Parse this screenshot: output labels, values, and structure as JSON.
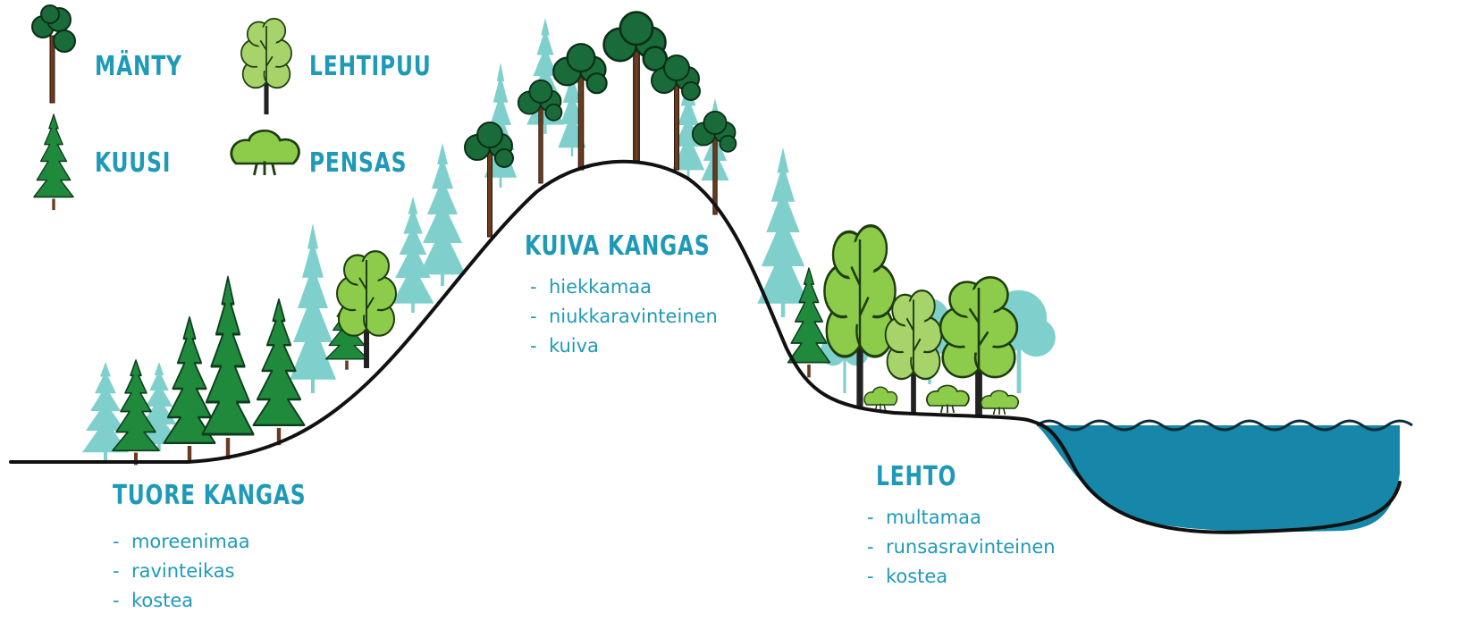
{
  "legend": {
    "manty": "MÄNTY",
    "lehtipuu": "LEHTIPUU",
    "kuusi": "KUUSI",
    "pensas": "PENSAS"
  },
  "zones": {
    "tuore": {
      "title": "TUORE KANGAS",
      "items": [
        "moreenimaa",
        "ravinteikas",
        "kostea"
      ]
    },
    "kuiva": {
      "title": "KUIVA KANGAS",
      "items": [
        "hiekkamaa",
        "niukkaravinteinen",
        "kuiva"
      ]
    },
    "lehto": {
      "title": "LEHTO",
      "items": [
        "multamaa",
        "runsasravinteinen",
        "kostea"
      ]
    }
  },
  "colors": {
    "text": "#1e9ab8",
    "spruce": "#1f8a3c",
    "pine_crown": "#1a6b3a",
    "deciduous": "#8ccc4a",
    "shrub": "#8ccc4a",
    "background_trees": "#7fd0cc",
    "water": "#1687a8",
    "ground_line": "#111111",
    "trunk": "#6b3a1f"
  },
  "icons": {
    "manty": "pine-tree-icon",
    "lehtipuu": "deciduous-tree-icon",
    "kuusi": "spruce-tree-icon",
    "pensas": "shrub-icon"
  }
}
